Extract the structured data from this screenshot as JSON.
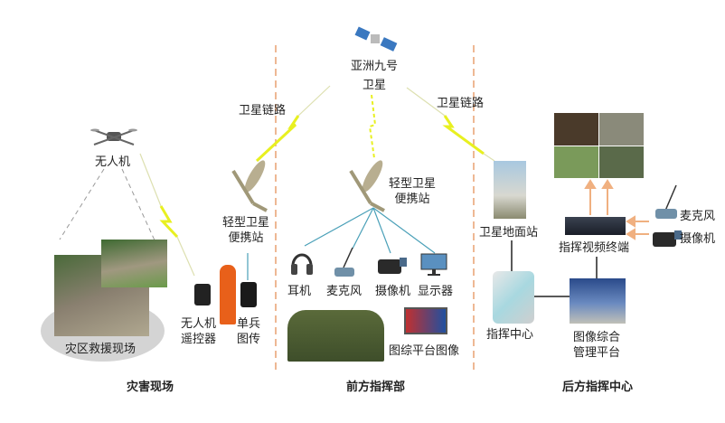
{
  "satellite": {
    "name_line1": "亚洲九号",
    "name_line2": "卫星"
  },
  "links": {
    "left": "卫星链路",
    "right": "卫星链路"
  },
  "disaster_site": {
    "section_title": "灾害现场",
    "drone": "无人机",
    "rescue_scene": "灾区救援现场",
    "remote_line1": "无人机",
    "remote_line2": "遥控器",
    "soldier_line1": "单兵",
    "soldier_line2": "图传",
    "station_line1": "轻型卫星",
    "station_line2": "便携站"
  },
  "forward_command": {
    "section_title": "前方指挥部",
    "station_line1": "轻型卫星",
    "station_line2": "便携站",
    "devices": [
      "耳机",
      "麦克风",
      "摄像机",
      "显示器"
    ],
    "platform_image": "图综平台图像"
  },
  "rear_command": {
    "section_title": "后方指挥中心",
    "ground_station": "卫星地面站",
    "command_center": "指挥中心",
    "video_terminal": "指挥视频终端",
    "platform_line1": "图像综合",
    "platform_line2": "管理平台",
    "mic": "麦克风",
    "camera": "摄像机"
  },
  "colors": {
    "divider": "#e8a070",
    "lightning": "#e8f020",
    "link_line": "#4aa0b8",
    "arrow": "#f0b080"
  }
}
